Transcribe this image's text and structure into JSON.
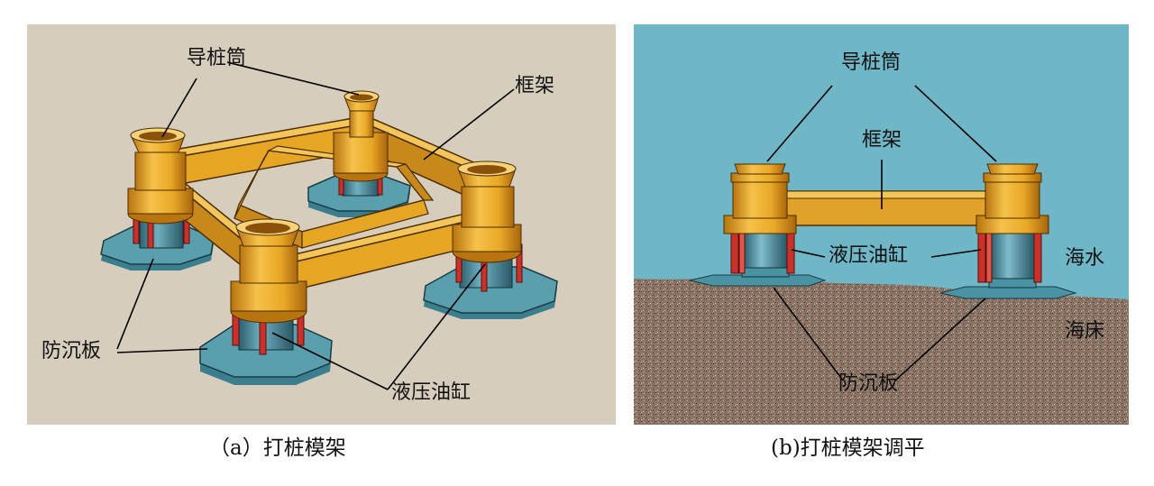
{
  "panel_a": {
    "labels": {
      "guide_pile_tube": "导桩筒",
      "frame": "框架",
      "anti_sink_plate": "防沉板",
      "hydraulic_cylinder": "液压油缸"
    },
    "caption": "（a）打桩模架"
  },
  "panel_b": {
    "labels": {
      "guide_pile_tube": "导桩筒",
      "frame": "框架",
      "hydraulic_cylinder": "液压油缸",
      "seawater": "海水",
      "seabed": "海床",
      "anti_sink_plate": "防沉板"
    },
    "caption": "(b)打桩模架调平"
  },
  "colors": {
    "panel_a_background": "#d7cdbd",
    "sea": "#6fb6c7",
    "seabed": "#8a7566",
    "frame_gold": "#e6a623",
    "cylinder_red": "#c8322a",
    "plate_teal": "#5a9fae"
  }
}
